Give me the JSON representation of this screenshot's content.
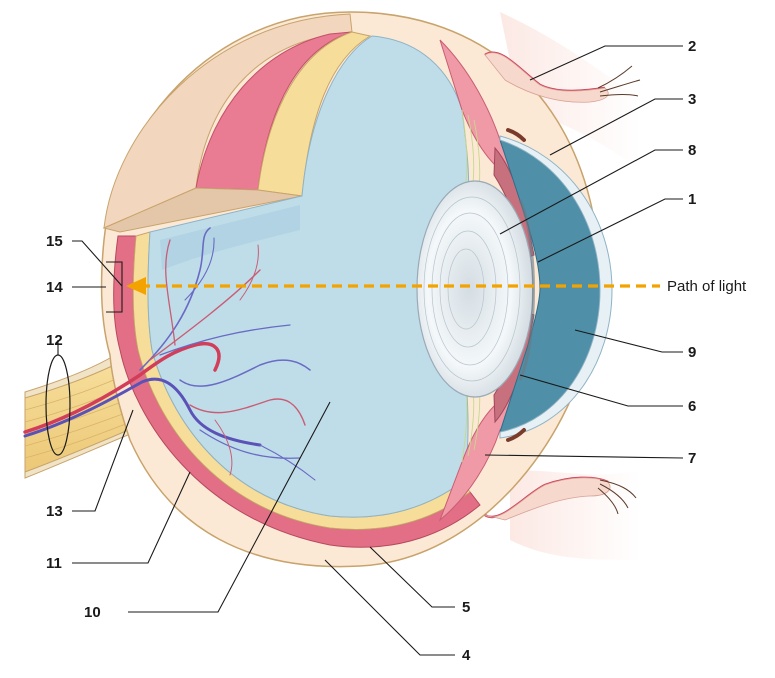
{
  "diagram": {
    "labels": {
      "n1": "1",
      "n2": "2",
      "n3": "3",
      "n4": "4",
      "n5": "5",
      "n6": "6",
      "n7": "7",
      "n8": "8",
      "n9": "9",
      "n10": "10",
      "n11": "11",
      "n12": "12",
      "n13": "13",
      "n14": "14",
      "n15": "15",
      "path_of_light": "Path of light"
    },
    "colors": {
      "vitreous": "#bfdde9",
      "sclera": "#fbe9d6",
      "choroid": "#e36f86",
      "retina": "#f6dd9a",
      "aqueous": "#4f8fa8",
      "lens": "#eef4f8",
      "light_path": "#f2a300",
      "vessel_red": "#d23d5a",
      "vessel_blue": "#5b52b8"
    }
  }
}
